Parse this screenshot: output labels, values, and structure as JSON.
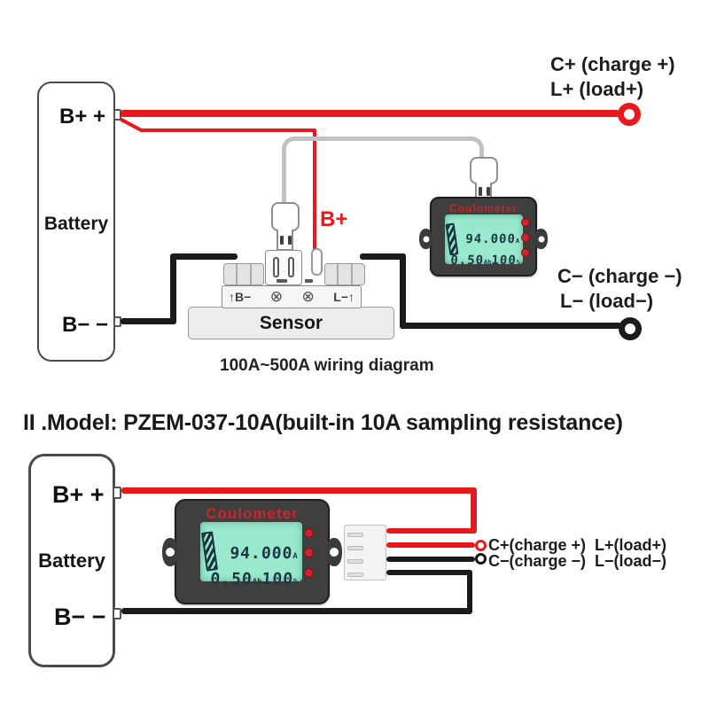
{
  "colors": {
    "wire_red": "#e8191c",
    "wire_black": "#1b1b1b",
    "meter_body": "#3f3f3f",
    "lcd_green": "#98e9cd",
    "lcd_digit": "#1c3642",
    "logo_red": "#d0232a",
    "button_red": "#d0242c"
  },
  "top": {
    "battery": {
      "pos": "B+ +",
      "name": "Battery",
      "neg": "B− −"
    },
    "bplus": "B+",
    "sensor": {
      "label": "Sensor",
      "left_mark": "↑B−",
      "right_mark": "L−↑",
      "screw": "⊗"
    },
    "meter": {
      "brand": "Coulometer",
      "lcd": {
        "row1_value": "94.000",
        "row1_unit": "A",
        "row2_value1": "0.50",
        "row2_unit1": "Ah",
        "row2_value2": "100",
        "row2_unit2": "%"
      }
    },
    "labels": {
      "charge_pos": "C+ (charge +)",
      "load_pos": "L+ (load+)",
      "charge_neg": "C− (charge −)",
      "load_neg": "L− (load−)"
    },
    "caption": "100A~500A wiring diagram"
  },
  "section_title": "II .Model: PZEM-037-10A(built-in 10A sampling resistance)",
  "bottom": {
    "battery": {
      "pos": "B+ +",
      "name": "Battery",
      "neg": "B− −"
    },
    "meter": {
      "brand": "Coulometer",
      "lcd": {
        "row1_value": "94.000",
        "row1_unit": "A",
        "row2_value1": "0.50",
        "row2_unit1": "Ah",
        "row2_value2": "100",
        "row2_unit2": "%"
      }
    },
    "labels": {
      "line1": "C+(charge +)  L+(load+)",
      "line2": "C−(charge −)  L−(load−)"
    }
  }
}
